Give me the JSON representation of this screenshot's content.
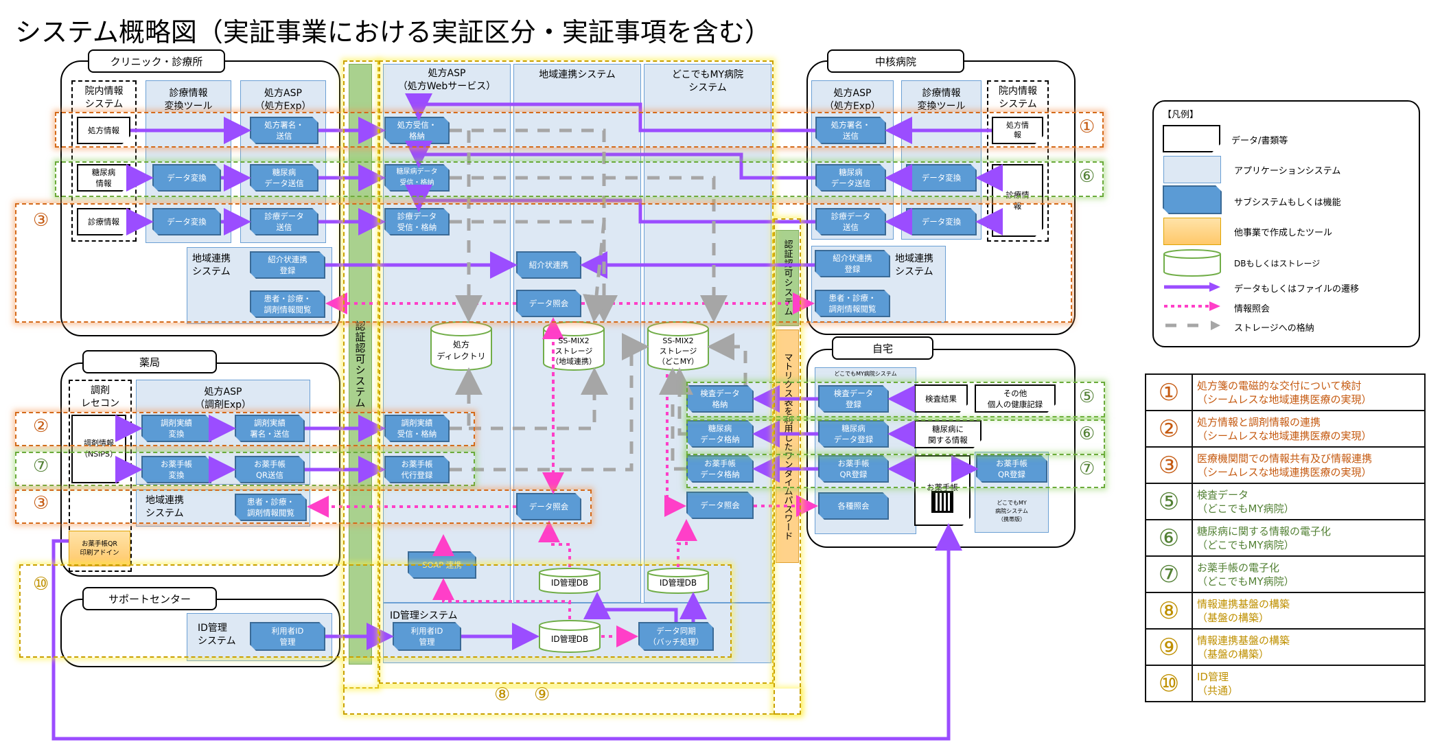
{
  "title": "システム概略図（実証事業における実証区分・実証事項を含む）",
  "orgs": {
    "clinic": "クリニック・診療所",
    "core_hospital": "中核病院",
    "pharmacy": "薬局",
    "home": "自宅",
    "support_center": "サポートセンター"
  },
  "apps": {
    "in_hospital_system": "院内情報\nシステム",
    "diag_convert_tool": "診療情報\n変換ツール",
    "rx_asp_exp": "処方ASP\n（処方Exp）",
    "rx_asp_web": "処方ASP\n（処方Webサービス）",
    "regional_system": "地域連携システム",
    "dokodemo_system": "どこでもMY病院\nシステム",
    "regional_sub": "地域連携\nシステム",
    "dispense_recon": "調剤\nレセコン",
    "rx_asp_dispense": "処方ASP\n（調剤Exp）",
    "id_mgmt_sub": "ID管理\nシステム",
    "id_mgmt_system": "ID管理システム",
    "dokodemo_home": "どこでもMY病院システム",
    "dokodemo_mobile": "どこでもMY\n病院システム\n（携帯版）"
  },
  "bars": {
    "auth": "認証認可システム",
    "auth_right": "認証認可システム",
    "otp": "マトリクス表を利用したワンタイムパスワード"
  },
  "docs": {
    "clinic_rx": "処方情報",
    "clinic_diabetes": "糖尿病\n情報",
    "clinic_diag": "診療情報",
    "hosp_rx": "処方情\n報",
    "hosp_diag": "診療情\n報",
    "pharm_dispense": "調剤情報\n（NSIPS）",
    "home_test": "検査結果",
    "home_other": "その他\n個人の健康記録",
    "home_diabetes": "糖尿病に\n関する情報",
    "home_qr": "お薬手帳\nQR"
  },
  "functions": {
    "c_data_conv1": "データ変換",
    "c_data_conv2": "データ変換",
    "c_rx_sign": "処方署名・\n送信",
    "c_diab_send": "糖尿病\nデータ送信",
    "c_diag_send": "診療データ\n送信",
    "c_referral": "紹介状連携\n登録",
    "c_view": "患者・診療・\n調剤情報閲覧",
    "w_rx_recv": "処方受信・\n格納",
    "w_diab_recv": "糖尿病データ\n受信・格納",
    "w_diag_recv": "診療データ\n受信・格納",
    "r_referral": "紹介状連携",
    "r_query": "データ照会",
    "h_rx_sign": "処方署名・\n送信",
    "h_diab_send": "糖尿病\nデータ送信",
    "h_diag_send": "診療データ\n送信",
    "h_conv1": "データ変換",
    "h_conv2": "データ変換",
    "h_referral": "紹介状連携\n登録",
    "h_view": "患者・診療・\n調剤情報閲覧",
    "p_disp_conv": "調剤実績\n変換",
    "p_disp_sign": "調剤実績\n署名・送信",
    "p_disp_recv": "調剤実績\n受信・格納",
    "p_note_conv": "お薬手帳\n変換",
    "p_note_qr": "お薬手帳\nQR送信",
    "p_note_proxy": "お薬手帳\n代行登録",
    "p_view": "患者・診療・\n調剤情報閲覧",
    "p_qr_addin": "お薬手帳QR\n印刷アドイン",
    "r_query2": "データ照会",
    "d_test_store": "検査データ\n格納",
    "d_diab_store": "糖尿病\nデータ格納",
    "d_note_store": "お薬手帳\nデータ格納",
    "d_query": "データ照会",
    "home_test_reg": "検査データ\n登録",
    "home_diab_reg": "糖尿病\nデータ登録",
    "home_qr_reg": "お薬手帳\nQR登録",
    "home_queries": "各種照会",
    "mobile_qr_reg": "お薬手帳\nQR登録",
    "soap": "SOAP 連携",
    "s_user_id": "利用者ID\n管理",
    "id_user_id": "利用者ID\n管理",
    "id_sync": "データ同期\n（バッチ処理）"
  },
  "storages": {
    "rx_directory": "処方\nディレクトリ",
    "ssmix_regional": "SS-MIX2\nストレージ\n（地域連携）",
    "ssmix_dokomy": "SS-MIX2\nストレージ\n（どこMY）",
    "id_db_regional": "ID管理DB",
    "id_db_dokomy": "ID管理DB",
    "id_db_main": "ID管理DB"
  },
  "zone_numbers": {
    "z1": "①",
    "z2": "②",
    "z3a": "③",
    "z3b": "③",
    "z5": "⑤",
    "z6a": "⑥",
    "z6b": "⑥",
    "z7a": "⑦",
    "z7b": "⑦",
    "z8": "⑧",
    "z9": "⑨",
    "z10": "⑩"
  },
  "legend": {
    "title": "【凡例】",
    "items": [
      {
        "icon": "document-shape",
        "label": "データ/書類等"
      },
      {
        "icon": "app-system-box",
        "label": "アプリケーションシステム"
      },
      {
        "icon": "subsystem-shape",
        "label": "サブシステムもしくは機能"
      },
      {
        "icon": "other-tool-box",
        "label": "他事業で作成したツール"
      },
      {
        "icon": "db-cylinder",
        "label": "DBもしくはストレージ"
      },
      {
        "icon": "solid-arrow",
        "label": "データもしくはファイルの遷移"
      },
      {
        "icon": "dotted-arrow",
        "label": "情報照会"
      },
      {
        "icon": "dashed-arrow",
        "label": "ストレージへの格納"
      }
    ]
  },
  "notes": [
    {
      "num": "①",
      "color": "#c55a11",
      "line1": "処方箋の電磁的な交付について検討",
      "line2": "（シームレスな地域連携医療の実現）"
    },
    {
      "num": "②",
      "color": "#c55a11",
      "line1": "処方情報と調剤情報の連携",
      "line2": "（シームレスな地域連携医療の実現）"
    },
    {
      "num": "③",
      "color": "#c55a11",
      "line1": "医療機関間での情報共有及び情報連携",
      "line2": "（シームレスな地域連携医療の実現）"
    },
    {
      "num": "⑤",
      "color": "#538135",
      "line1": "検査データ",
      "line2": "（どこでもMY病院）"
    },
    {
      "num": "⑥",
      "color": "#538135",
      "line1": "糖尿病に関する情報の電子化",
      "line2": "（どこでもMY病院）"
    },
    {
      "num": "⑦",
      "color": "#538135",
      "line1": "お薬手帳の電子化",
      "line2": "（どこでもMY病院）"
    },
    {
      "num": "⑧",
      "color": "#bf9000",
      "line1": "情報連携基盤の構築",
      "line2": "（基盤の構築）"
    },
    {
      "num": "⑨",
      "color": "#bf9000",
      "line1": "情報連携基盤の構築",
      "line2": "（基盤の構築）"
    },
    {
      "num": "⑩",
      "color": "#bf9000",
      "line1": "ID管理",
      "line2": "（共通）"
    }
  ],
  "colors": {
    "subsystem": "#5b9bd5",
    "app": "#dde8f4",
    "data_flow": "#9b4dff",
    "query_flow": "#ff3fc8",
    "storage_flow": "#a6a6a6",
    "auth_bar": "#a9d18e",
    "otp_bar": "#ffd28a"
  }
}
